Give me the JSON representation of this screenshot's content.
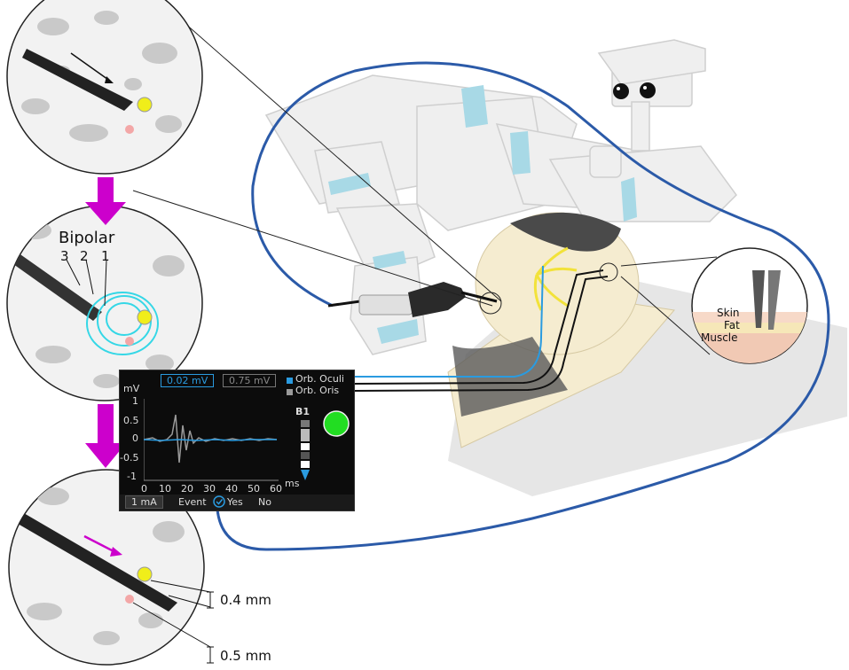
{
  "labels": {
    "bipolar": "Bipolar",
    "electrode_3": "3",
    "electrode_2": "2",
    "electrode_1": "1",
    "skin": "Skin",
    "fat": "Fat",
    "muscle": "Muscle",
    "dist_04": "0.4 mm",
    "dist_05": "0.5 mm"
  },
  "monitor": {
    "reading_1": "0.02 mV",
    "reading_2": "0.75 mV",
    "legend": [
      {
        "label": "Orb. Oculi",
        "color": "#2a9be0"
      },
      {
        "label": "Orb. Oris",
        "color": "#9a9a9a"
      }
    ],
    "y_unit": "mV",
    "x_unit": "ms",
    "y_ticks": [
      "1",
      "0.5",
      "0",
      "-0.5",
      "-1"
    ],
    "x_ticks": [
      "0",
      "10",
      "20",
      "30",
      "40",
      "50",
      "60"
    ],
    "channel": "B1",
    "current": "1 mA",
    "event_label": "Event",
    "yes": "Yes",
    "no": "No",
    "status_color": "#22dd22"
  },
  "colors": {
    "arrow": "#cc00cc",
    "cable": "#2b5aa8",
    "nerve": "#f2e23a",
    "field": "#35d7e6",
    "skin": "#f5ecd0",
    "robot": "#efefef",
    "accent": "#a8d9e6"
  }
}
